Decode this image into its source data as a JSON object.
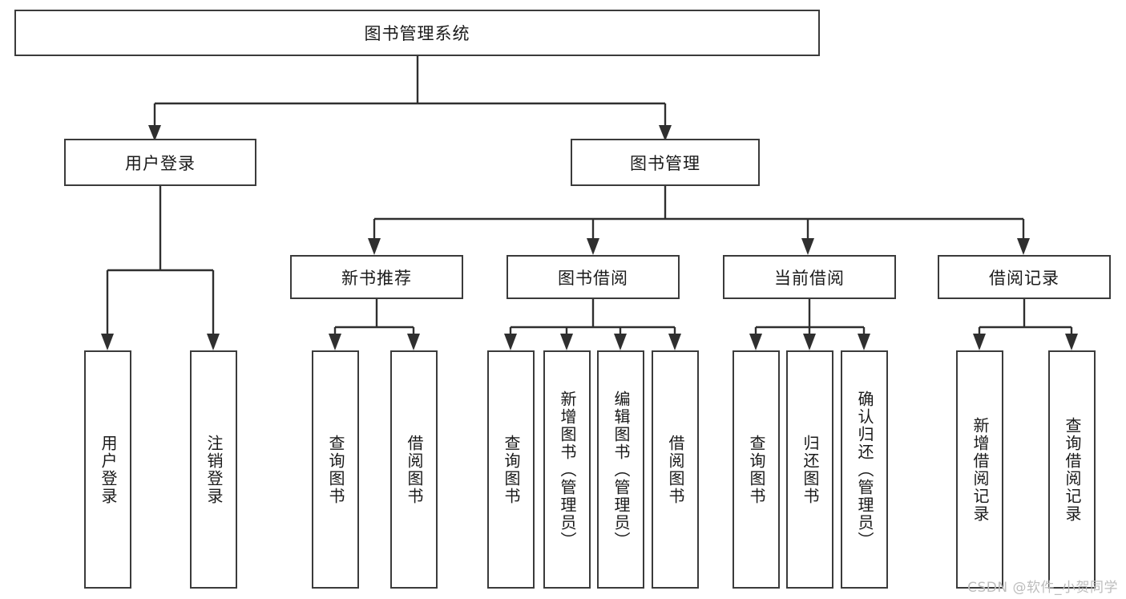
{
  "diagram": {
    "title_node": {
      "label": "图书管理系统"
    },
    "level2": [
      {
        "id": "user-login",
        "label": "用户登录"
      },
      {
        "id": "book-manage",
        "label": "图书管理"
      }
    ],
    "level3": [
      {
        "id": "new-book-recommend",
        "label": "新书推荐"
      },
      {
        "id": "book-borrow",
        "label": "图书借阅"
      },
      {
        "id": "current-borrow",
        "label": "当前借阅"
      },
      {
        "id": "borrow-record",
        "label": "借阅记录"
      }
    ],
    "leaves": [
      {
        "id": "leaf-user-login",
        "label": "用户登录",
        "parent": "user-login"
      },
      {
        "id": "leaf-logout-login",
        "label": "注销登录",
        "parent": "user-login"
      },
      {
        "id": "leaf-query-book-1",
        "label": "查询图书",
        "parent": "new-book-recommend"
      },
      {
        "id": "leaf-borrow-book-1",
        "label": "借阅图书",
        "parent": "new-book-recommend"
      },
      {
        "id": "leaf-query-book-2",
        "label": "查询图书",
        "parent": "book-borrow"
      },
      {
        "id": "leaf-add-book-admin",
        "label": "新增图书（管理员）",
        "parent": "book-borrow"
      },
      {
        "id": "leaf-edit-book-admin",
        "label": "编辑图书（管理员）",
        "parent": "book-borrow"
      },
      {
        "id": "leaf-borrow-book-2",
        "label": "借阅图书",
        "parent": "book-borrow"
      },
      {
        "id": "leaf-query-book-3",
        "label": "查询图书",
        "parent": "current-borrow"
      },
      {
        "id": "leaf-return-book",
        "label": "归还图书",
        "parent": "current-borrow"
      },
      {
        "id": "leaf-confirm-return",
        "label": "确认归还（管理员）",
        "parent": "current-borrow"
      },
      {
        "id": "leaf-add-record",
        "label": "新增借阅记录",
        "parent": "borrow-record"
      },
      {
        "id": "leaf-query-record",
        "label": "查询借阅记录",
        "parent": "borrow-record"
      }
    ],
    "colors": {
      "stroke": "#3b3b3b",
      "wire": "#2f2f2f",
      "background": "#ffffff",
      "text": "#1a1a1a",
      "watermark": "#bdbdbd"
    }
  },
  "watermark": {
    "text": "CSDN @软件_小贺同学"
  }
}
